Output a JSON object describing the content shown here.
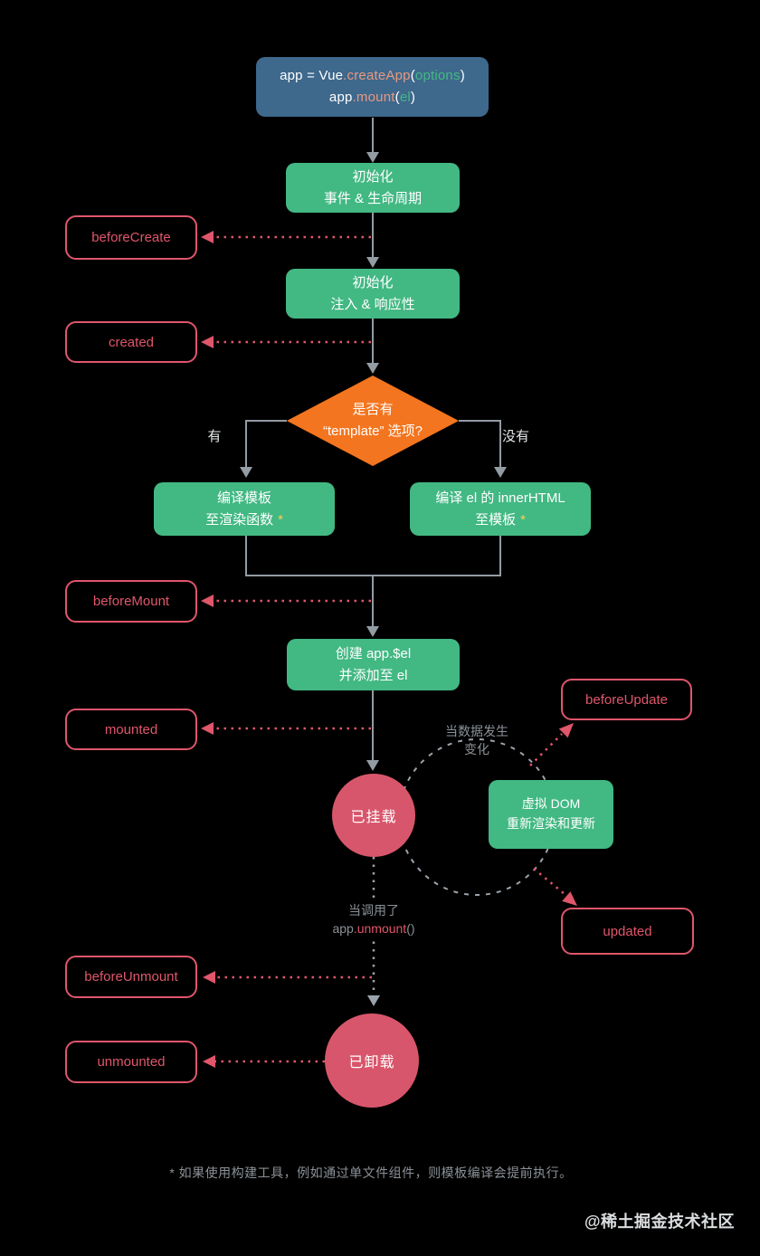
{
  "colors": {
    "background": "#000000",
    "code_box_bg": "#3e688c",
    "node_green": "#42b883",
    "diamond_orange": "#f4751f",
    "circle_red": "#d8566b",
    "hook_red": "#e0566b",
    "line_gray": "#939ba3",
    "dotted_gray": "#9aa3ac",
    "muted_text": "#8b9197",
    "label_light": "#e8eaec",
    "code_salmon": "#e89980",
    "code_green": "#42b983",
    "star_yellow": "#f8cf53",
    "watermark_light": "#eef1f3"
  },
  "code_box": {
    "line1": {
      "a": "app = Vue",
      "b": ".createApp",
      "c": "(",
      "d": "options",
      "e": ")"
    },
    "line2": {
      "a": "app",
      "b": ".mount",
      "c": "(",
      "d": "el",
      "e": ")"
    }
  },
  "nodes": {
    "init_events": {
      "line1": "初始化",
      "line2": "事件 & 生命周期"
    },
    "init_injection": {
      "line1": "初始化",
      "line2": "注入 & 响应性"
    },
    "template_check": {
      "line1": "是否有",
      "line2": "“template” 选项?"
    },
    "compile_template": {
      "line1": "编译模板",
      "line2": "至渲染函数",
      "star": "*"
    },
    "compile_inner_html": {
      "line1": "编译 el 的 innerHTML",
      "line2": "至模板",
      "star": "*"
    },
    "create_app_el": {
      "line1": "创建 app.$el",
      "line2": "并添加至 el"
    },
    "mounted_state": "已挂载",
    "virtual_dom": {
      "line1": "虚拟 DOM",
      "line2": "重新渲染和更新"
    },
    "unmounted_state": "已卸载"
  },
  "hooks": {
    "before_create": "beforeCreate",
    "created": "created",
    "before_mount": "beforeMount",
    "mounted": "mounted",
    "before_update": "beforeUpdate",
    "updated": "updated",
    "before_unmount": "beforeUnmount",
    "unmounted": "unmounted"
  },
  "labels": {
    "branch_yes": "有",
    "branch_no": "没有",
    "on_data_change_line1": "当数据发生",
    "on_data_change_line2": "变化",
    "on_unmount_called": "当调用了",
    "unmount_code": {
      "a": "app",
      "b": ".unmount",
      "c": "()"
    }
  },
  "footnote": "* 如果使用构建工具，例如通过单文件组件，则模板编译会提前执行。",
  "watermark": "@稀土掘金技术社区"
}
